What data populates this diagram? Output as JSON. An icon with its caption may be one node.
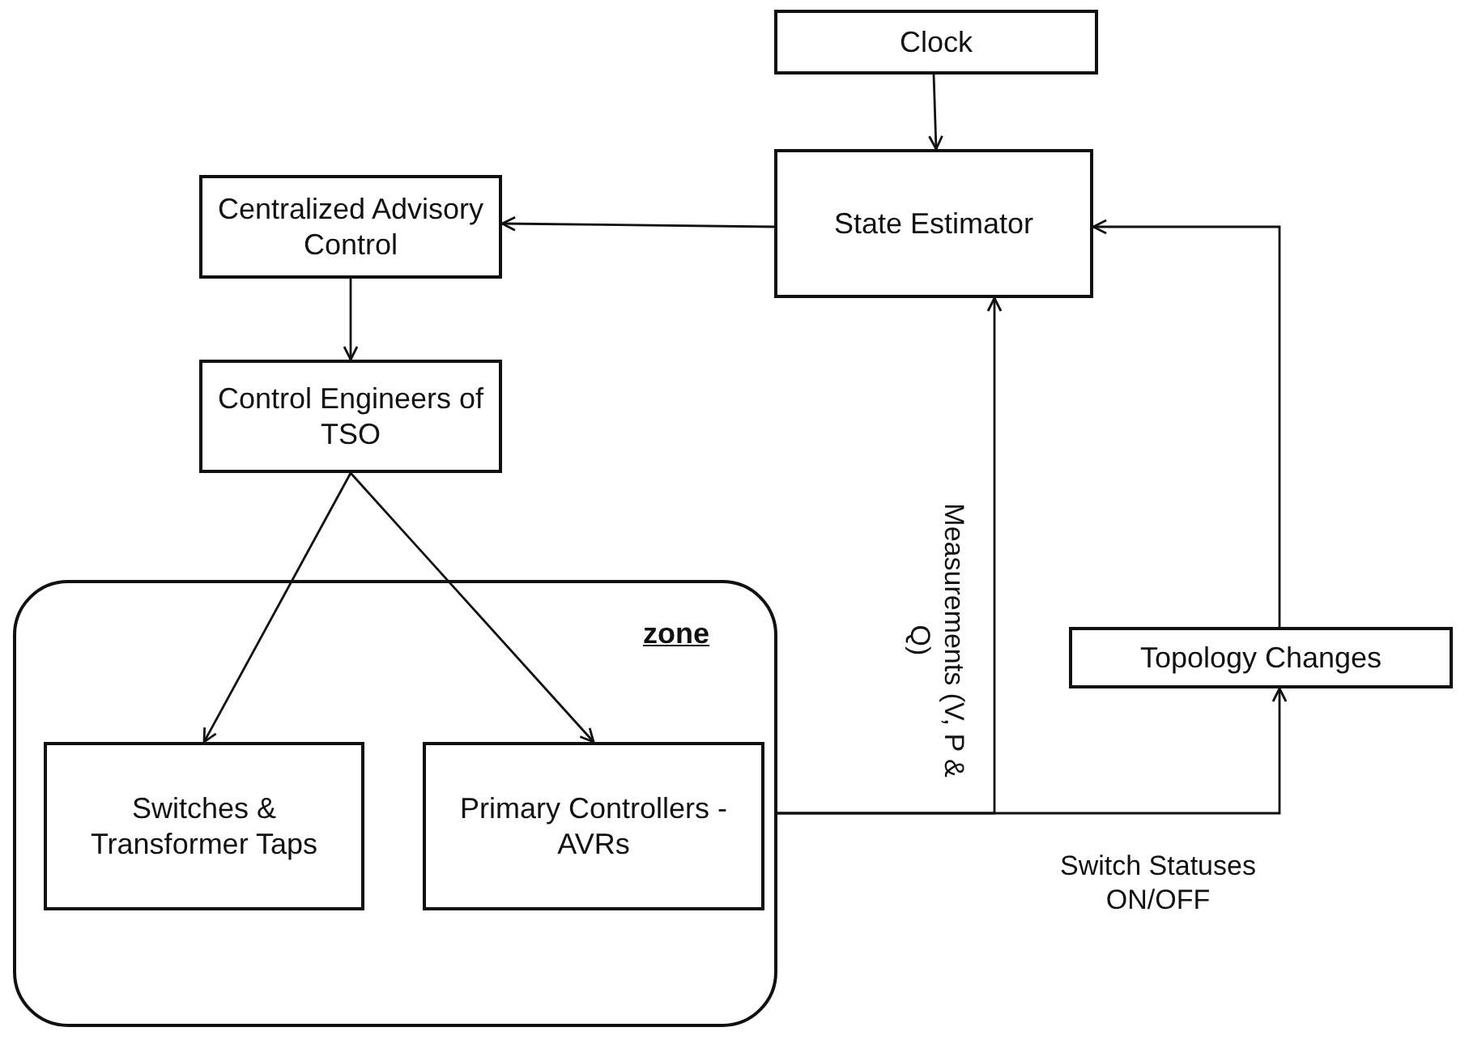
{
  "diagram": {
    "nodes": [
      {
        "text": [
          "Clock"
        ]
      },
      {
        "text": [
          "State Estimator"
        ]
      },
      {
        "text": [
          "Centralized Advisory Control"
        ]
      },
      {
        "text": [
          "Control Engineers of TSO"
        ]
      },
      {
        "text": [
          "Topology Changes"
        ]
      },
      {
        "text": [
          "zone"
        ]
      },
      {
        "text": [
          "Switches & Transformer Taps"
        ],
        "in": 5
      },
      {
        "text": [
          "Primary Controllers - AVRs"
        ],
        "in": 5
      }
    ],
    "edges": [
      {
        "from": 0,
        "to": 1,
        "arrow": "to"
      },
      {
        "from": 1,
        "to": 2,
        "arrow": "to"
      },
      {
        "from": 2,
        "to": 3,
        "arrow": "to"
      },
      {
        "from": 3,
        "to": 6,
        "arrow": "to"
      },
      {
        "from": 3,
        "to": 7,
        "arrow": "to"
      },
      {
        "from": 5,
        "to": 1,
        "arrow": "to",
        "label": "Measurements (V, P & Q)"
      },
      {
        "from": 5,
        "to": 4,
        "arrow": "to",
        "label": "Switch Statuses ON/OFF"
      },
      {
        "from": 4,
        "to": 1,
        "arrow": "to"
      }
    ]
  }
}
